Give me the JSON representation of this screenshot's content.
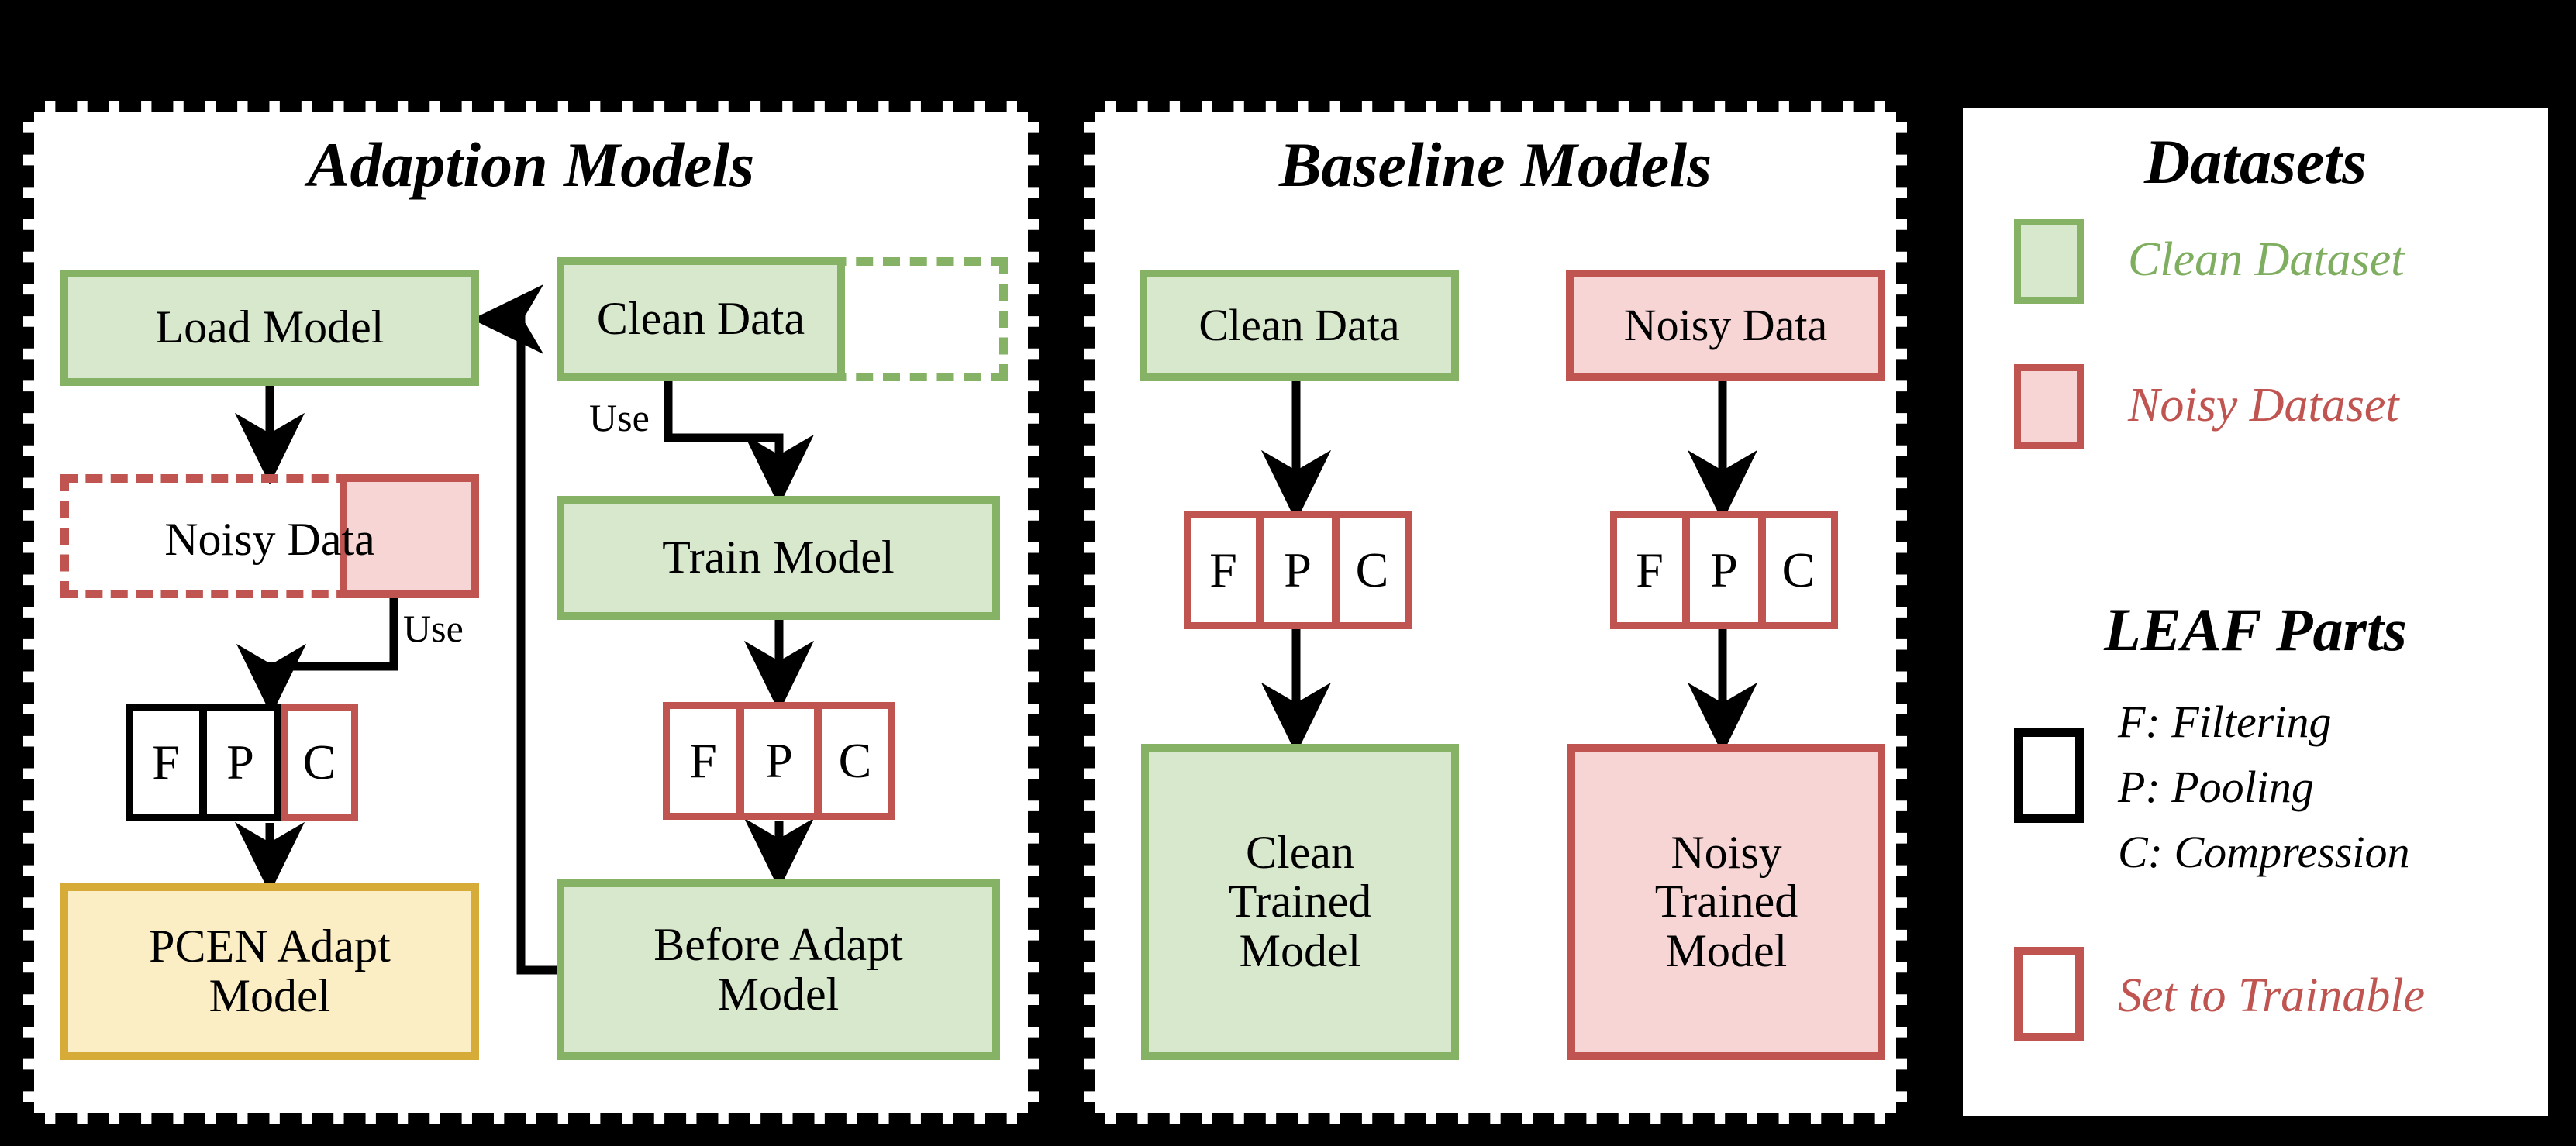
{
  "panels": {
    "adaption": {
      "title": "Adaption Models",
      "nodes": {
        "load_model": "Load Model",
        "noisy_data": "Noisy Data",
        "clean_data": "Clean Data",
        "train_model": "Train Model",
        "pcen_adapt": "PCEN Adapt Model",
        "pcen_adapt_l1": "PCEN Adapt",
        "pcen_adapt_l2": "Model",
        "before_adapt_l1": "Before Adapt",
        "before_adapt_l2": "Model"
      },
      "labels": {
        "use_left": "Use",
        "use_right": "Use"
      },
      "fpc_left": [
        "F",
        "P",
        "C"
      ],
      "fpc_right": [
        "F",
        "P",
        "C"
      ]
    },
    "baseline": {
      "title": "Baseline Models",
      "nodes": {
        "clean_data": "Clean Data",
        "noisy_data": "Noisy Data",
        "clean_trained_l1": "Clean",
        "clean_trained_l2": "Trained",
        "clean_trained_l3": "Model",
        "noisy_trained_l1": "Noisy",
        "noisy_trained_l2": "Trained",
        "noisy_trained_l3": "Model"
      },
      "fpc_clean": [
        "F",
        "P",
        "C"
      ],
      "fpc_noisy": [
        "F",
        "P",
        "C"
      ]
    },
    "legend": {
      "title_datasets": "Datasets",
      "clean_dataset": "Clean Dataset",
      "noisy_dataset": "Noisy Dataset",
      "title_leaf": "LEAF Parts",
      "leaf_f": "F: Filtering",
      "leaf_p": "P: Pooling",
      "leaf_c": "C: Compression",
      "trainable": "Set to Trainable"
    }
  },
  "colors": {
    "green_border": "#85b265",
    "green_fill": "#d7e8cd",
    "red_border": "#bf5450",
    "red_fill": "#f7d5d5",
    "yellow_border": "#d7ab38",
    "yellow_fill": "#fbeec4",
    "black": "#000000",
    "background": "#000000",
    "panel": "#ffffff"
  }
}
